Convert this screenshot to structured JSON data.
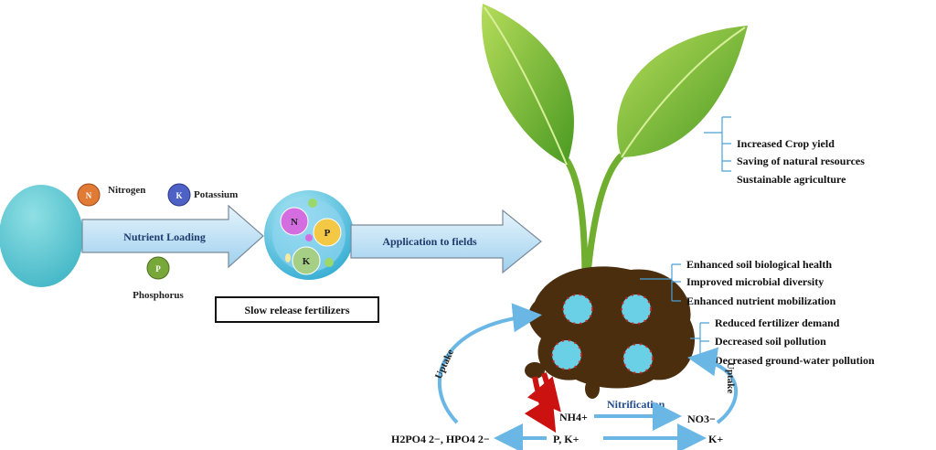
{
  "nutrients": {
    "n_symbol": "N",
    "n_label": "Nitrogen",
    "k_symbol": "K",
    "k_label": "Potassium",
    "p_symbol": "P",
    "p_label": "Phosphorus"
  },
  "arrows": {
    "loading": "Nutrient Loading",
    "application": "Application to fields"
  },
  "capsule": {
    "n": "N",
    "p": "P",
    "k": "K",
    "box_label": "Slow release fertilizers"
  },
  "plant_benefits": [
    "Increased Crop yield",
    "Saving of natural resources",
    "Sustainable agriculture"
  ],
  "soil_benefits": [
    "Enhanced soil biological health",
    "Improved microbial diversity",
    "Enhanced nutrient mobilization"
  ],
  "environment_benefits": [
    "Reduced fertilizer demand",
    "Decreased soil pollution",
    "Decreased ground-water pollution"
  ],
  "cycle": {
    "uptake_left": "Uptake",
    "uptake_right": "Uptake",
    "nh4": "NH4+",
    "nitrification": "Nitrification",
    "no3": "NO3−",
    "phosphate": "H2PO4 2−, HPO4 2−",
    "pk": "P, K+",
    "k": "K+"
  }
}
